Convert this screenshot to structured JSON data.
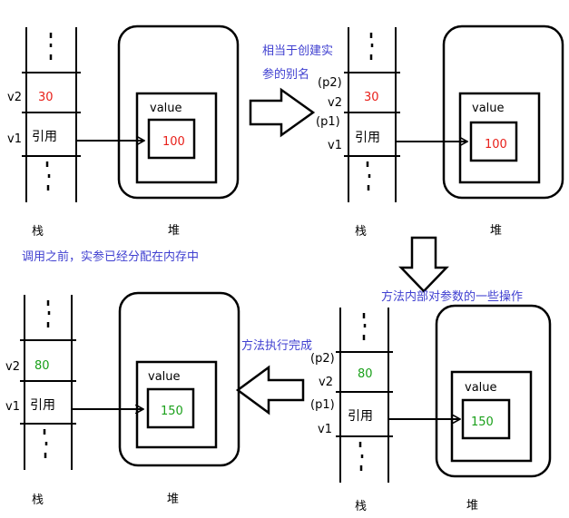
{
  "colors": {
    "stroke": "#000000",
    "note": "#3f3fd0",
    "red_value": "#e8201a",
    "green_value": "#1aa01a"
  },
  "panel1": {
    "v2_label": "v2",
    "v1_label": "v1",
    "v2_value": "30",
    "ref_cell": "引用",
    "value_label": "value",
    "value": "100",
    "stack_caption": "栈",
    "heap_caption": "堆",
    "note": "调用之前，实参已经分配在内存中"
  },
  "panel2": {
    "p2_label": "(p2)",
    "v2_label": "v2",
    "p1_label": "(p1)",
    "v1_label": "v1",
    "v2_value": "30",
    "ref_cell": "引用",
    "value_label": "value",
    "value": "100",
    "stack_caption": "栈",
    "heap_caption": "堆",
    "note_line1": "相当于创建实",
    "note_line2": "参的别名"
  },
  "panel3": {
    "p2_label": "(p2)",
    "v2_label": "v2",
    "p1_label": "(p1)",
    "v1_label": "v1",
    "v2_value": "80",
    "ref_cell": "引用",
    "value_label": "value",
    "value": "150",
    "stack_caption": "栈",
    "heap_caption": "堆",
    "note": "方法内部对参数的一些操作"
  },
  "panel4": {
    "v2_label": "v2",
    "v1_label": "v1",
    "v2_value": "80",
    "ref_cell": "引用",
    "value_label": "value",
    "value": "150",
    "stack_caption": "栈",
    "heap_caption": "堆",
    "note": "方法执行完成"
  }
}
